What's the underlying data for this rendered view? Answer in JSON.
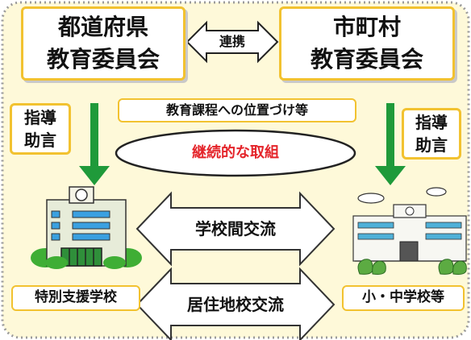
{
  "top": {
    "prefecture_board": [
      "都道府県",
      "教育委員会"
    ],
    "municipal_board": [
      "市町村",
      "教育委員会"
    ],
    "link_label": "連携"
  },
  "guidance": {
    "left": [
      "指導",
      "助言"
    ],
    "right": [
      "指導",
      "助言"
    ]
  },
  "curriculum_label": "教育課程への位置づけ等",
  "ellipse_label": "継続的な取組",
  "exchanges": {
    "school_exchange": "学校間交流",
    "residence_exchange": "居住地校交流"
  },
  "schools": {
    "special_support": "特別支援学校",
    "elementary_junior": "小・中学校等"
  },
  "colors": {
    "background": "#fef9d9",
    "border_dots": "#9a9a9a",
    "box_border": "#f2c230",
    "arrow_green": "#1f9a3a",
    "ellipse_text": "#e4242a"
  }
}
